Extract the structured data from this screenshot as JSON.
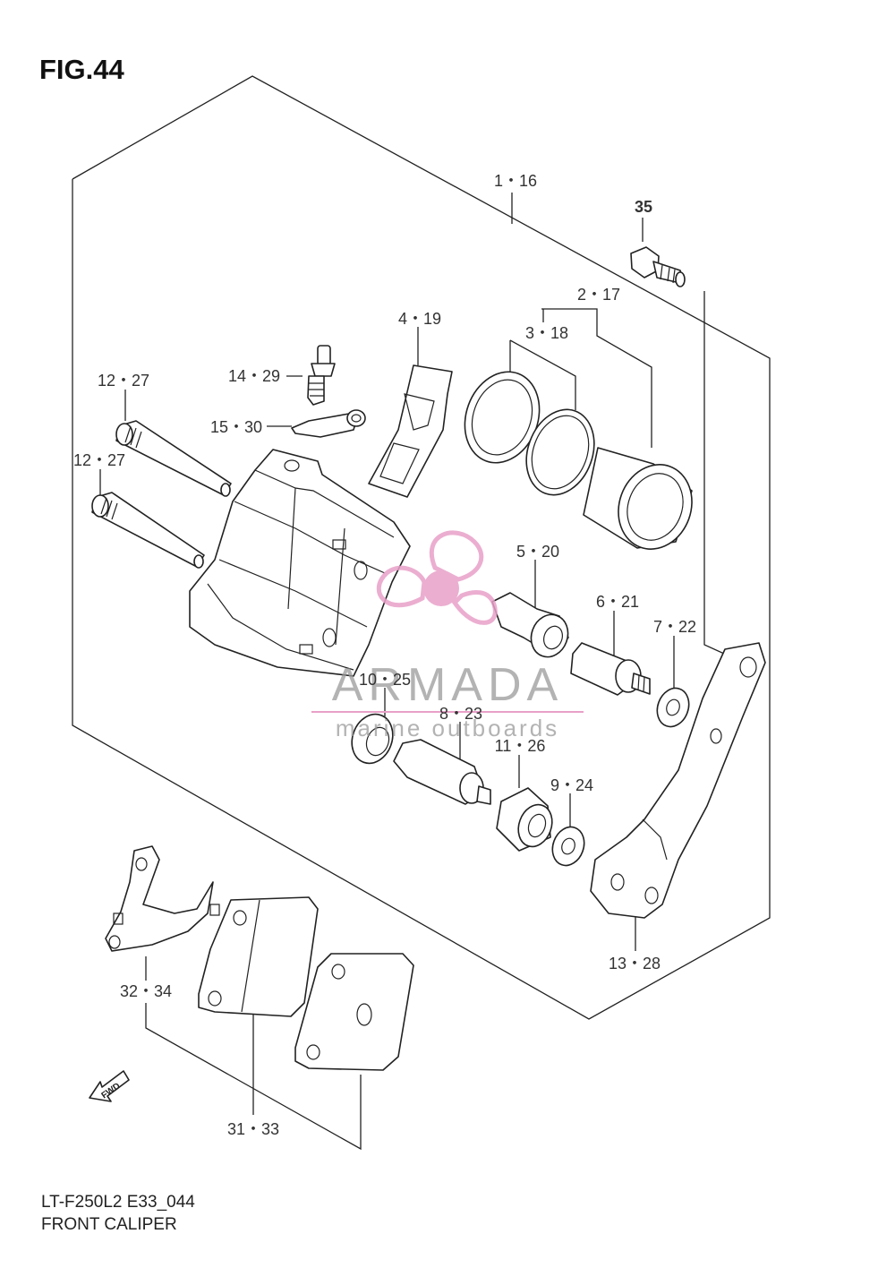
{
  "figure": {
    "title": "FIG.44"
  },
  "footer": {
    "model_code": "LT-F250L2 E33_044",
    "section_name": "FRONT CALIPER"
  },
  "part_labels": [
    "1・16",
    "35",
    "2・17",
    "3・18",
    "4・19",
    "14・29",
    "12・27",
    "15・30",
    "12・27",
    "5・20",
    "6・21",
    "7・22",
    "10・25",
    "8・23",
    "11・26",
    "9・24",
    "13・28",
    "32・34",
    "31・33"
  ],
  "direction_mark": "FWD",
  "watermark": {
    "brand": "ARMADA",
    "tagline": "marine outboards",
    "accent_color": "#e8a0c8"
  }
}
